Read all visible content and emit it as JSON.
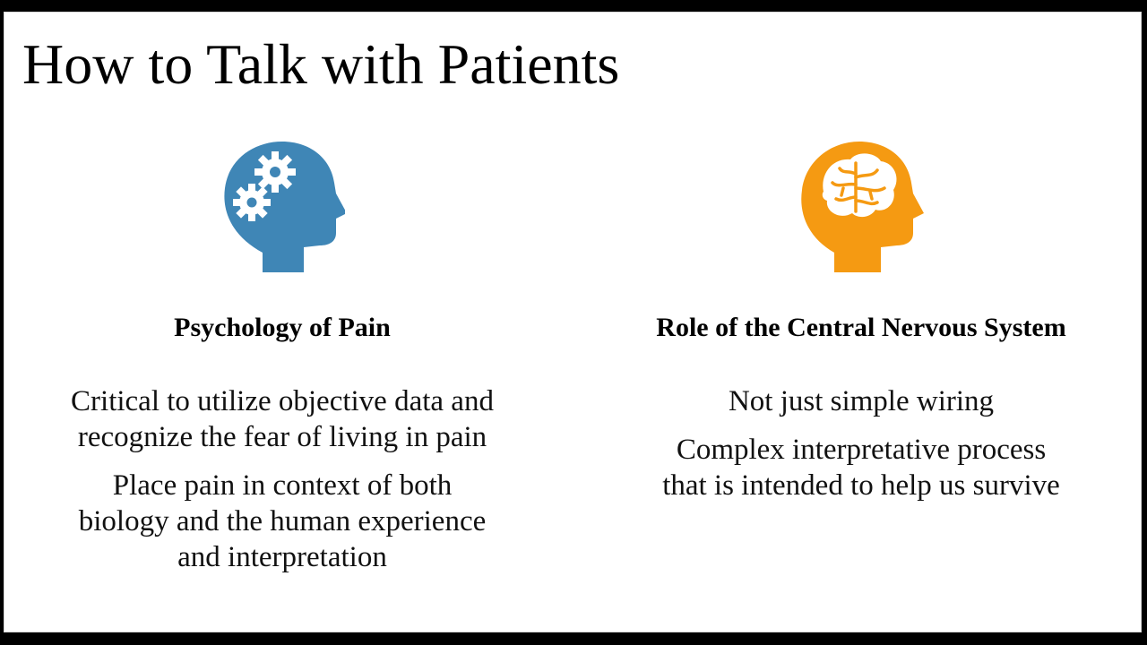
{
  "slide": {
    "title": "How to Talk with Patients"
  },
  "columns": [
    {
      "heading": "Psychology of Pain",
      "icon": "head-gears-icon",
      "icon_color": "#3f86b6",
      "bullets": [
        "Critical to utilize objective data and recognize the fear of living in pain",
        "Place pain in context of both biology and the human experience and interpretation"
      ]
    },
    {
      "heading": "Role of the Central Nervous System",
      "icon": "head-brain-icon",
      "icon_color": "#f59a12",
      "bullets": [
        "Not just simple wiring",
        "Complex interpretative process that is intended to help us survive"
      ]
    }
  ]
}
